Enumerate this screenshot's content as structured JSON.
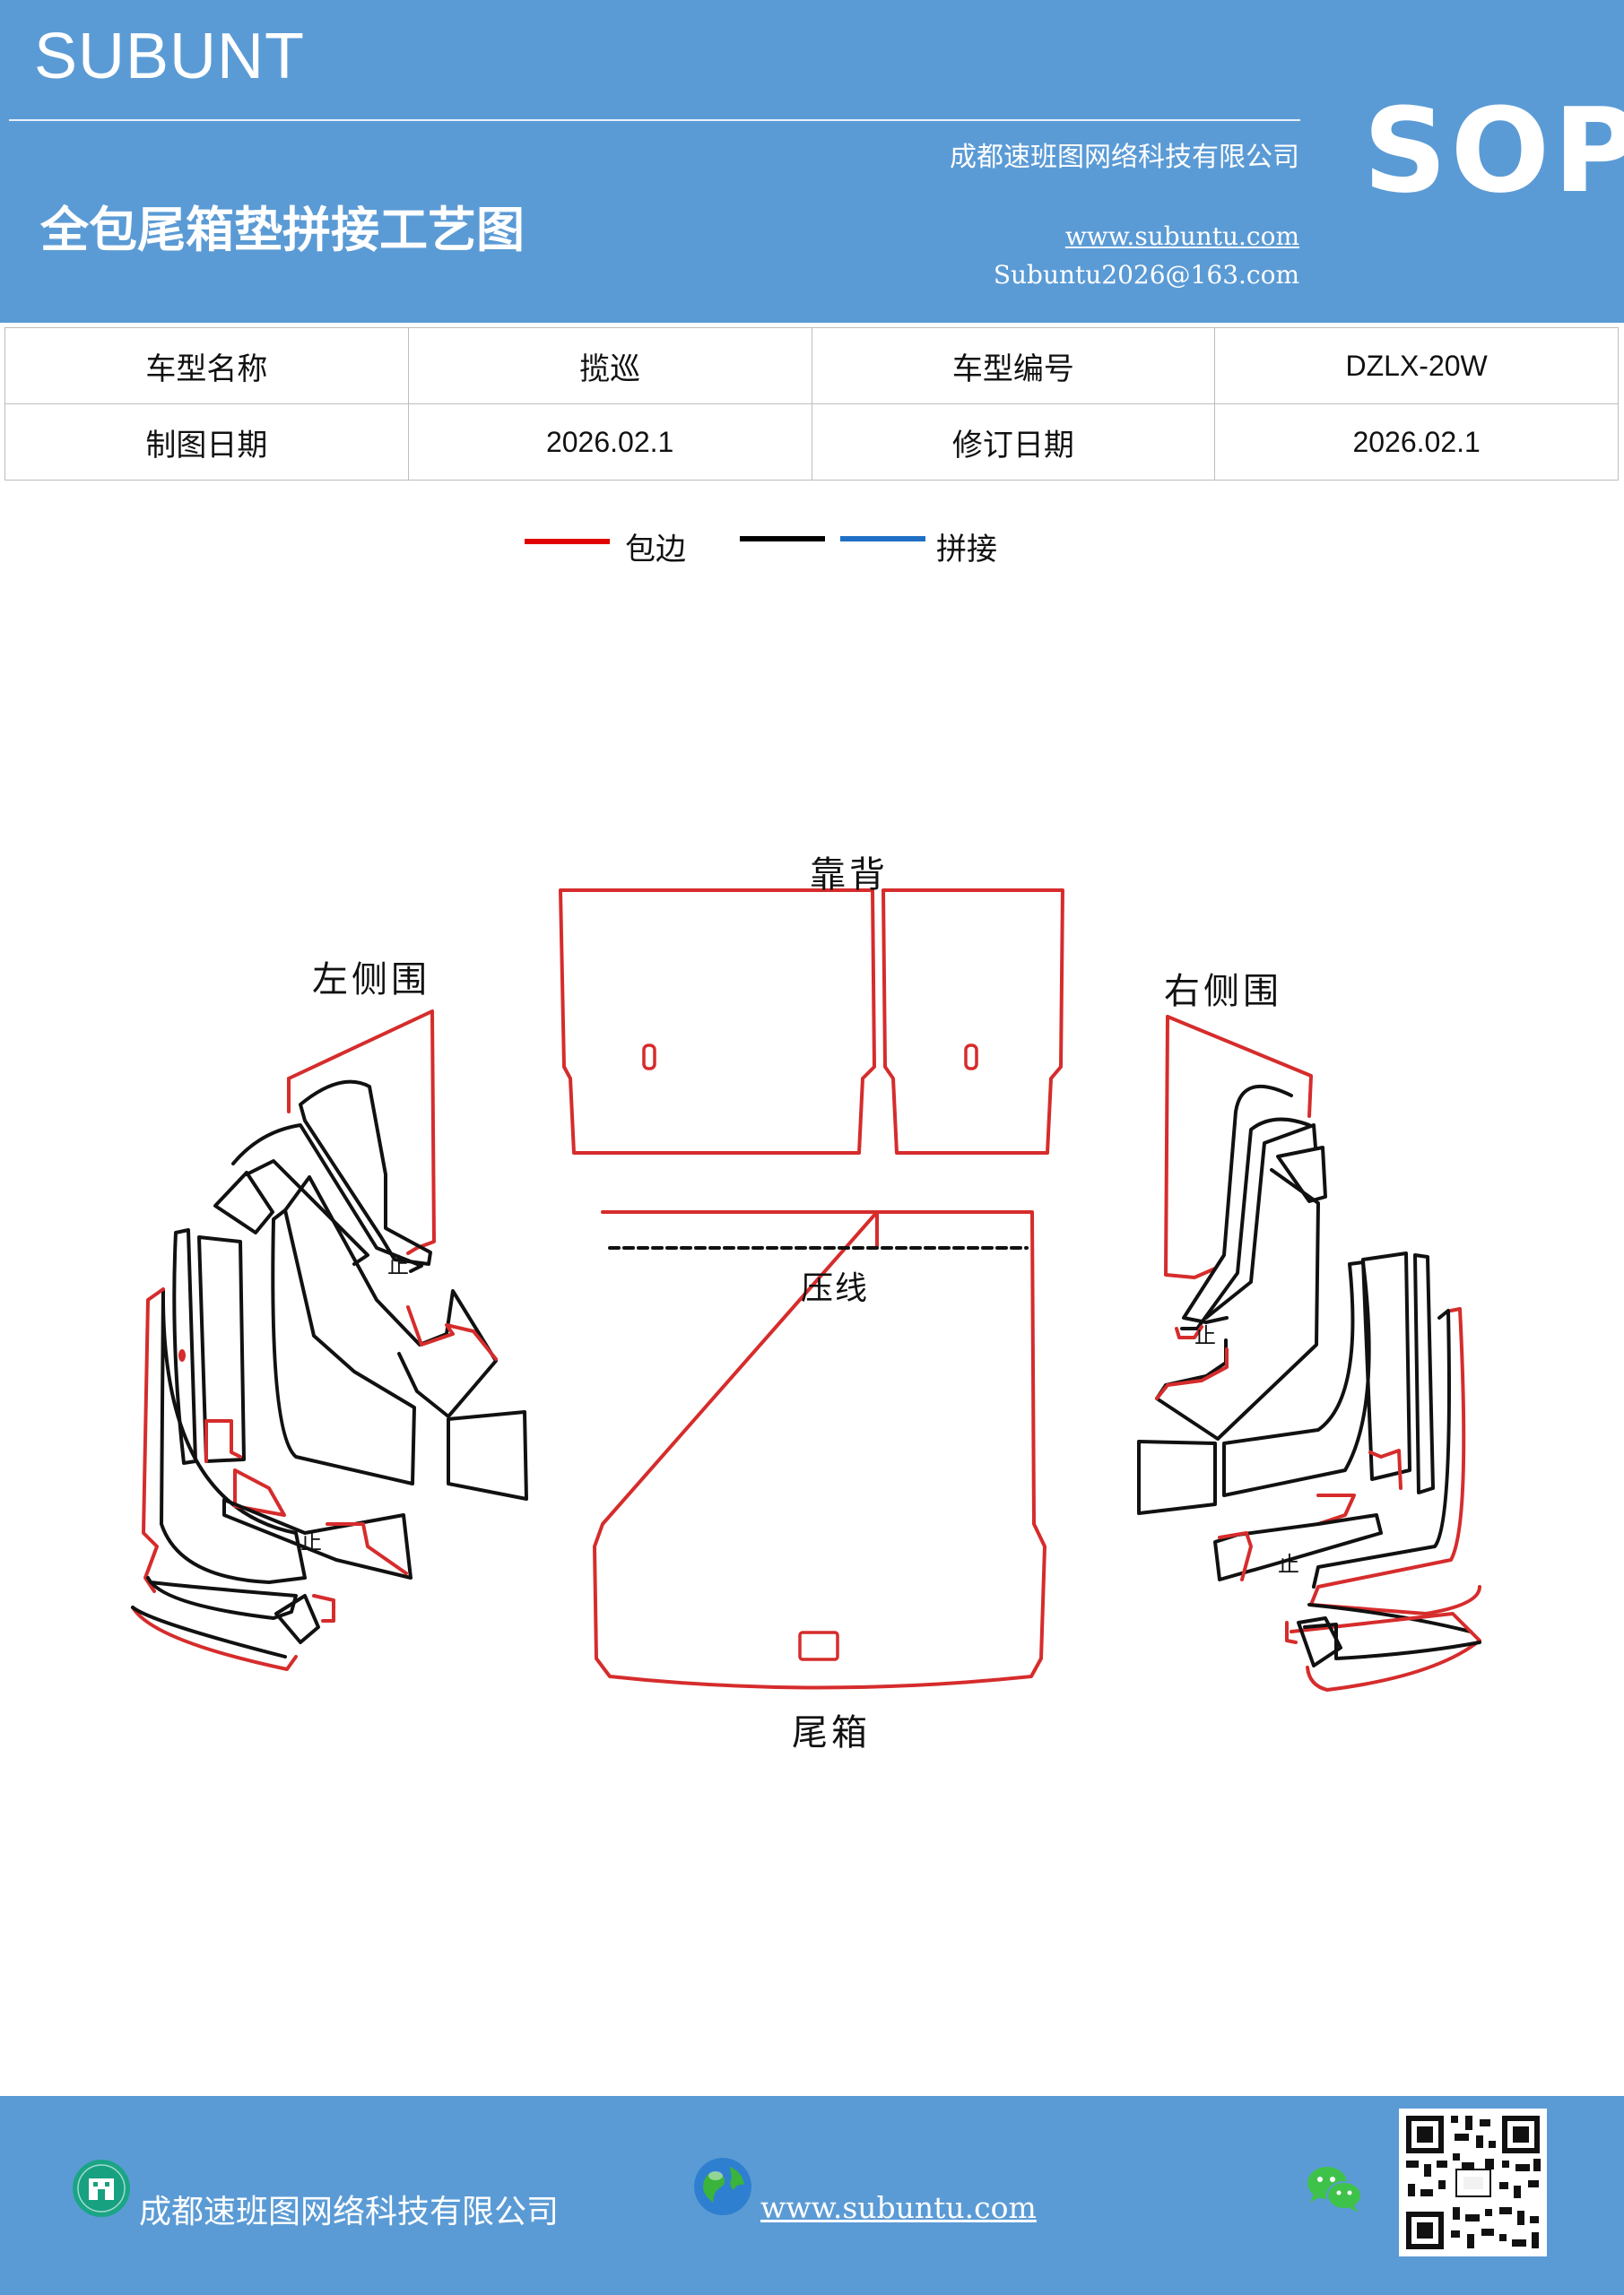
{
  "header": {
    "brand": "SUBUNT",
    "company": "成都速班图网络科技有限公司",
    "title": "全包尾箱垫拼接工艺图",
    "website": "www.subuntu.com",
    "email": "Subuntu2026@163.com",
    "badge": "SOP"
  },
  "info_table": {
    "model_name_label": "车型名称",
    "model_name_value": "揽巡",
    "model_code_label": "车型编号",
    "model_code_value": "DZLX-20W",
    "drawing_date_label": "制图日期",
    "drawing_date_value": "2026.02.1",
    "revision_date_label": "修订日期",
    "revision_date_value": "2026.02.1"
  },
  "legend": {
    "items": [
      {
        "label": "包边",
        "color": "#e00000"
      },
      {
        "label": "",
        "color": "#000000"
      },
      {
        "label": "拼接",
        "color": "#1f6fc5"
      }
    ]
  },
  "diagram": {
    "labels": {
      "backrest": "靠背",
      "left_side": "左侧围",
      "right_side": "右侧围",
      "press_line": "压线",
      "trunk": "尾箱",
      "stop": "止"
    },
    "colors": {
      "edging": "#d62c2c",
      "seam": "#111111"
    }
  },
  "footer": {
    "company": "成都速班图网络科技有限公司",
    "website": "www.subuntu.com"
  }
}
